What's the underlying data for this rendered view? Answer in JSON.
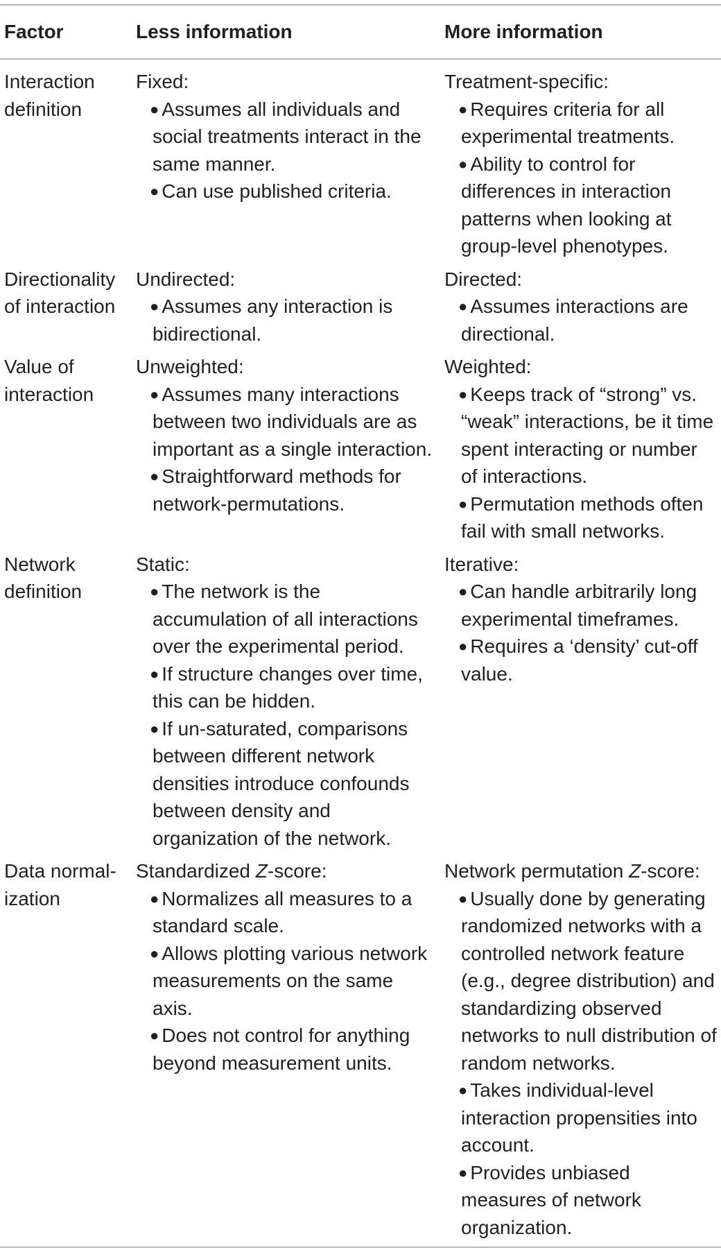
{
  "table": {
    "headers": [
      "Factor",
      "Less information",
      "More information"
    ],
    "rows": [
      {
        "factor": "Interaction definition",
        "less": {
          "heading": "Fixed:",
          "bullets": [
            "Assumes all individuals and social treatments interact in the same manner.",
            "Can use published criteria."
          ]
        },
        "more": {
          "heading": "Treatment-specific:",
          "bullets": [
            "Requires criteria for all experimental treatments.",
            "Ability to control for differences in interaction patterns when looking at group-level phenotypes."
          ]
        }
      },
      {
        "factor": "Directionality of interaction",
        "less": {
          "heading": "Undirected:",
          "bullets": [
            "Assumes any interaction is bidirectional."
          ]
        },
        "more": {
          "heading": "Directed:",
          "bullets": [
            "Assumes interactions are directional."
          ]
        }
      },
      {
        "factor": "Value of interaction",
        "less": {
          "heading": "Unweighted:",
          "bullets": [
            "Assumes many interactions between two individuals are as important as a single interaction.",
            "Straightforward methods for network-permutations."
          ]
        },
        "more": {
          "heading": "Weighted:",
          "bullets": [
            "Keeps track of “strong” vs. “weak” interactions, be it time spent interacting or number of interactions.",
            "Permutation methods often fail with small networks."
          ]
        }
      },
      {
        "factor": "Network definition",
        "less": {
          "heading": "Static:",
          "bullets": [
            "The network is the accumulation of all interactions over the experimental period.",
            "If structure changes over time, this can be hidden.",
            "If un-saturated, comparisons between different network densities introduce confounds between density and organization of the network."
          ]
        },
        "more": {
          "heading": "Iterative:",
          "bullets": [
            "Can handle arbitrarily long experimental timeframes.",
            "Requires a ‘density’ cut-off value."
          ]
        }
      },
      {
        "factor": "Data normal-ization",
        "less": {
          "heading": "Standardized Z-score:",
          "bullets": [
            "Normalizes all measures to a standard scale.",
            "Allows plotting various network measurements on the same axis.",
            "Does not control for anything beyond measurement units."
          ]
        },
        "more": {
          "heading": "Network permutation Z-score:",
          "bullets": [
            "Usually done by generating randomized networks with a controlled network feature (e.g., degree distribution) and standardizing observed networks to null distribution of random networks.",
            "Takes individual-level interaction propensities into account.",
            "Provides unbiased measures of network organization."
          ]
        }
      }
    ]
  }
}
